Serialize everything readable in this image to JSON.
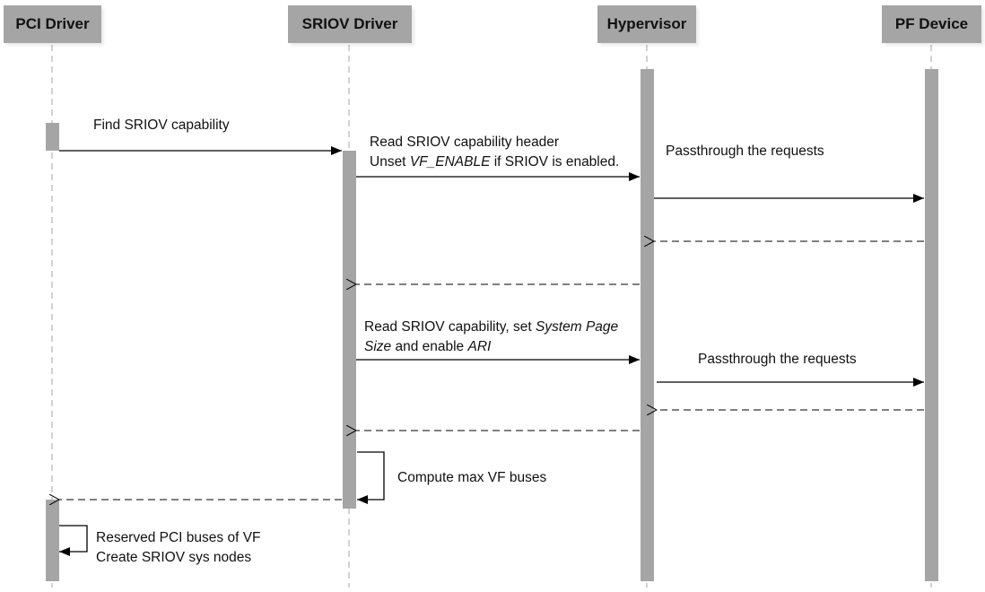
{
  "diagram": {
    "type": "sequence",
    "colors": {
      "actor_fill": "#a5a5a5",
      "activation_fill": "#a5a5a5",
      "lifeline": "#a5a5a5",
      "arrow": "#000000",
      "text": "#111111"
    },
    "participants": [
      {
        "id": "pci",
        "label": "PCI Driver"
      },
      {
        "id": "sriov",
        "label": "SRIOV Driver"
      },
      {
        "id": "hyp",
        "label": "Hypervisor"
      },
      {
        "id": "pf",
        "label": "PF Device"
      }
    ],
    "messages": [
      {
        "from": "pci",
        "to": "sriov",
        "kind": "sync",
        "label_parts": [
          {
            "text": "Find SRIOV capability"
          }
        ]
      },
      {
        "from": "sriov",
        "to": "hyp",
        "kind": "sync",
        "label_lines": [
          [
            {
              "text": "Read SRIOV capability header"
            }
          ],
          [
            {
              "text": "Unset "
            },
            {
              "text": "VF_ENABLE",
              "italic": true
            },
            {
              "text": " if SRIOV is enabled."
            }
          ]
        ]
      },
      {
        "from": "hyp",
        "to": "pf",
        "kind": "sync",
        "label_parts": [
          {
            "text": "Passthrough the requests"
          }
        ]
      },
      {
        "from": "pf",
        "to": "hyp",
        "kind": "return"
      },
      {
        "from": "hyp",
        "to": "sriov",
        "kind": "return"
      },
      {
        "from": "sriov",
        "to": "hyp",
        "kind": "sync",
        "label_lines": [
          [
            {
              "text": "Read SRIOV capability, set "
            },
            {
              "text": "System Page",
              "italic": true
            }
          ],
          [
            {
              "text": "Size",
              "italic": true
            },
            {
              "text": " and enable "
            },
            {
              "text": "ARI",
              "italic": true
            }
          ]
        ]
      },
      {
        "from": "hyp",
        "to": "pf",
        "kind": "sync",
        "label_parts": [
          {
            "text": "Passthrough the requests"
          }
        ]
      },
      {
        "from": "pf",
        "to": "hyp",
        "kind": "return"
      },
      {
        "from": "hyp",
        "to": "sriov",
        "kind": "return"
      },
      {
        "from": "sriov",
        "to": "sriov",
        "kind": "self",
        "label_parts": [
          {
            "text": "Compute max VF buses"
          }
        ]
      },
      {
        "from": "sriov",
        "to": "pci",
        "kind": "return"
      },
      {
        "from": "pci",
        "to": "pci",
        "kind": "self",
        "label_lines": [
          [
            {
              "text": "Reserved PCI buses of VF"
            }
          ],
          [
            {
              "text": "Create SRIOV sys nodes"
            }
          ]
        ]
      }
    ]
  }
}
